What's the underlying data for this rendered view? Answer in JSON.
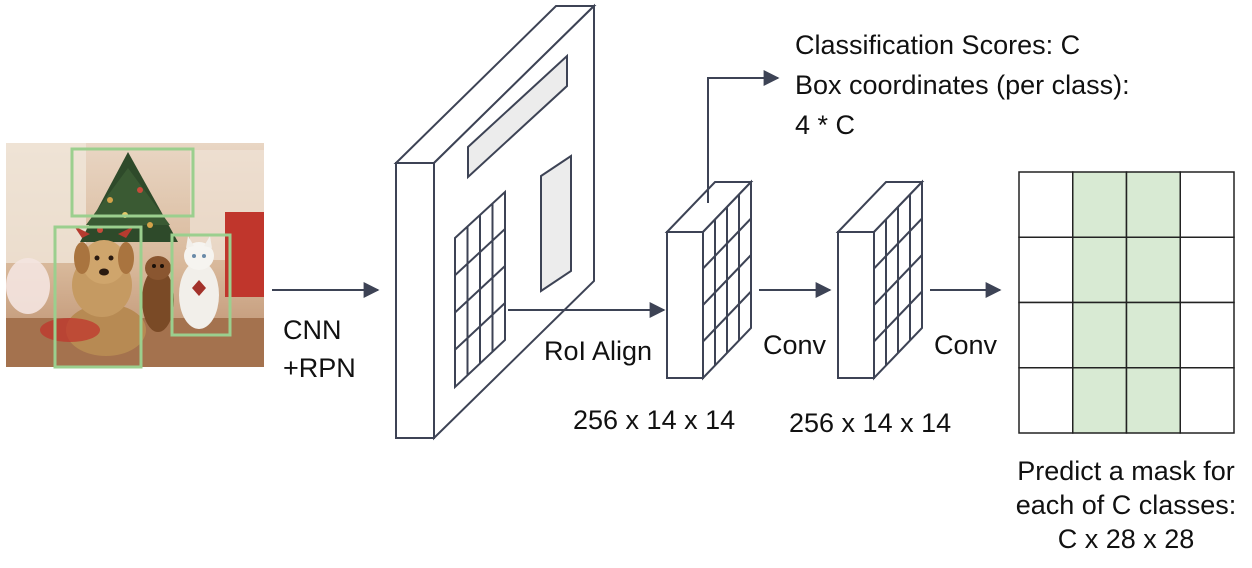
{
  "labels": {
    "cnn": "CNN",
    "rpn": "+RPN",
    "roi_align": "RoI Align",
    "conv1": "Conv",
    "conv2": "Conv",
    "dims1": "256 x 14 x 14",
    "dims2": "256 x 14 x 14",
    "cls_scores": "Classification Scores: C",
    "box_coords": "Box coordinates (per class):",
    "box_coords_count": "4 * C",
    "mask_line1": "Predict a mask for",
    "mask_line2": "each of C classes:",
    "mask_line3": "C x 28 x 28"
  },
  "colors": {
    "stroke": "#3d4355",
    "arrow": "#3d4355",
    "mask_fill": "#d8ead3",
    "panel_fill": "#ececec",
    "box_outline": "#9bcf8e"
  },
  "mask_grid": {
    "rows": 4,
    "cols": 4,
    "highlighted_cols": [
      1,
      2
    ]
  }
}
